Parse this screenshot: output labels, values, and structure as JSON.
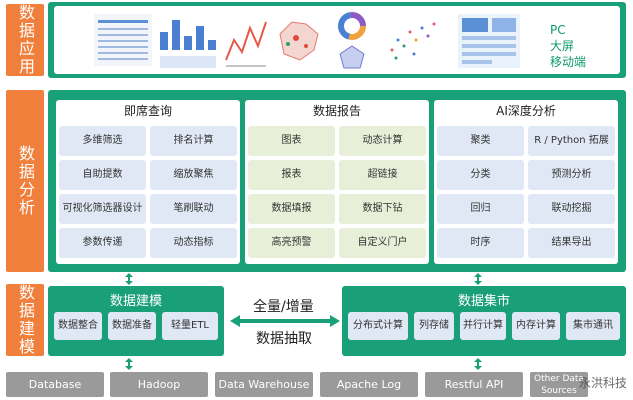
{
  "layers": {
    "apps": "数据应用",
    "analysis": "数据分析",
    "modeling": "数据建模"
  },
  "apps": {
    "targets": [
      "PC",
      "大屏",
      "移动端"
    ]
  },
  "panels": {
    "adhoc": {
      "title": "即席查询",
      "items": [
        "多维筛选",
        "排名计算",
        "自助提数",
        "缩放聚焦",
        "可视化筛选器设计",
        "笔刷联动",
        "参数传递",
        "动态指标"
      ]
    },
    "report": {
      "title": "数据报告",
      "items": [
        "图表",
        "动态计算",
        "报表",
        "超链接",
        "数据填报",
        "数据下钻",
        "高亮预警",
        "自定义门户"
      ]
    },
    "ai": {
      "title": "AI深度分析",
      "items": [
        "聚类",
        "R / Python 拓展",
        "分类",
        "预测分析",
        "回归",
        "联动挖掘",
        "时序",
        "结果导出"
      ]
    }
  },
  "modeling": {
    "title": "数据建模",
    "items": [
      "数据整合",
      "数据准备",
      "轻量ETL"
    ]
  },
  "middle": {
    "line1": "全量/增量",
    "line2": "数据抽取"
  },
  "mart": {
    "title": "数据集市",
    "items": [
      "分布式计算",
      "列存储",
      "并行计算",
      "内存计算",
      "集市通讯"
    ]
  },
  "sources": [
    "Database",
    "Hadoop",
    "Data Warehouse",
    "Apache Log",
    "Restful API",
    "Other Data Sources"
  ],
  "watermark": "永洪科技",
  "colors": {
    "green": "#1aa078",
    "orange": "#f07f3c",
    "gray": "#9a9a9a",
    "cell_blue": "#dfe8f4",
    "cell_lime": "#e8efd8"
  }
}
